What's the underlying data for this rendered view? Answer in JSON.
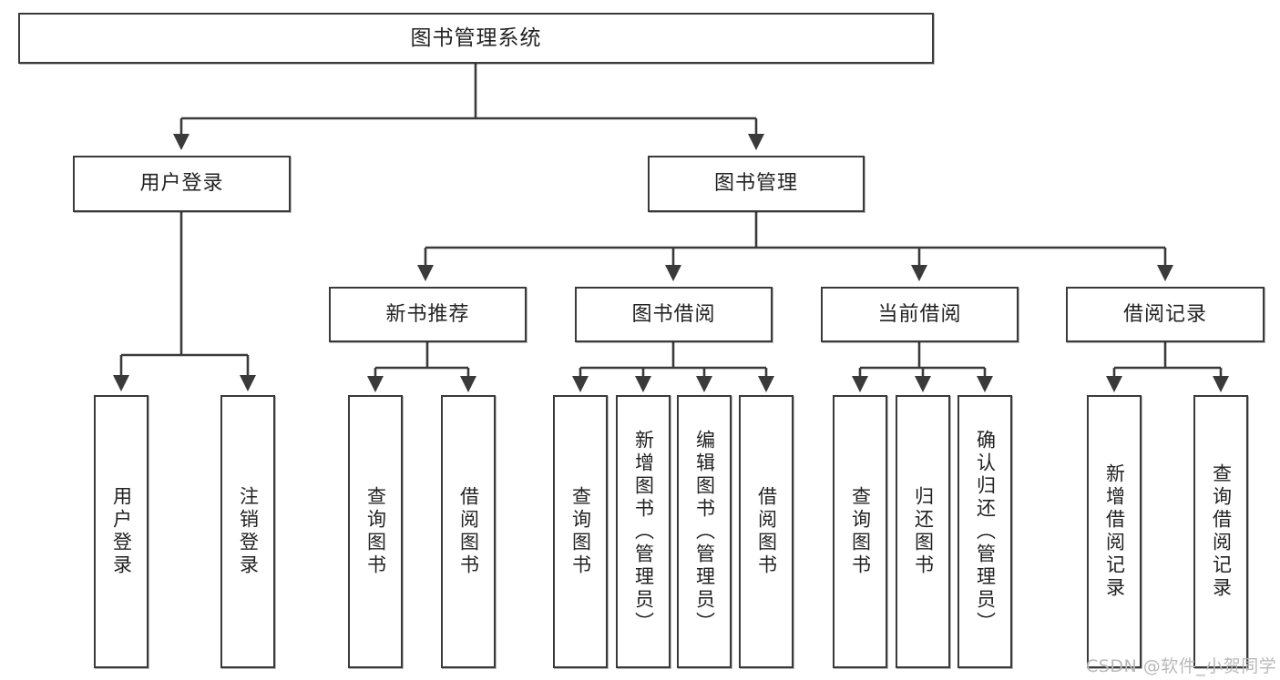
{
  "diagram": {
    "title": "图书管理系统",
    "type": "tree-hierarchy-chart",
    "watermark": "CSDN @软件_小贺同学",
    "colors": {
      "node_border": "#3a3a3a",
      "node_fill": "#ffffff",
      "edge": "#3a3a3a",
      "text": "#222222",
      "watermark": "#b9b9b9",
      "background": "#ffffff"
    },
    "levels": {
      "root": {
        "label": "图书管理系统"
      },
      "level2": [
        {
          "label": "用户登录"
        },
        {
          "label": "图书管理"
        }
      ],
      "level3": [
        {
          "label": "新书推荐"
        },
        {
          "label": "图书借阅"
        },
        {
          "label": "当前借阅"
        },
        {
          "label": "借阅记录"
        }
      ],
      "leaves": {
        "user_login": [
          {
            "label": "用户登录"
          },
          {
            "label": "注销登录"
          }
        ],
        "new_book_recommend": [
          {
            "label": "查询图书"
          },
          {
            "label": "借阅图书"
          }
        ],
        "book_borrow": [
          {
            "label": "查询图书"
          },
          {
            "label": "新增图书（管理员）"
          },
          {
            "label": "编辑图书（管理员）"
          },
          {
            "label": "借阅图书"
          }
        ],
        "current_borrow": [
          {
            "label": "查询图书"
          },
          {
            "label": "归还图书"
          },
          {
            "label": "确认归还（管理员）"
          }
        ],
        "borrow_records": [
          {
            "label": "新增借阅记录"
          },
          {
            "label": "查询借阅记录"
          }
        ]
      }
    }
  }
}
